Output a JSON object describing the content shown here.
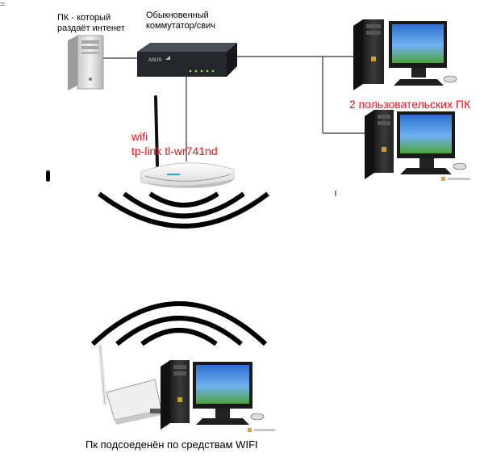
{
  "labels": {
    "server": "ПК - который\nраздаёт интенет",
    "switch": "Обыкновенный\nкоммутатор/свич",
    "wifi_router": "wifi\ntp-link tl-wr741nd",
    "user_pcs": "2 пользовательских ПК",
    "wifi_pc": "Пк подсоеденён по средствам WIFI",
    "switch_brand": "ASUS",
    "menu_glyph": "="
  },
  "colors": {
    "red_labels": "#e8141a",
    "line": "#333333",
    "switch_body": "#2a2d33",
    "server_case": "#dcdcdc",
    "monitor_screen": "#2e7bd6",
    "grass": "#4fa23a",
    "router_body": "#f4f4f4",
    "wave": "#000000"
  },
  "icons": {
    "server": "server-tower-icon",
    "switch": "network-switch-icon",
    "router": "wifi-router-icon",
    "pc": "desktop-pc-icon",
    "usb_adapter": "usb-wifi-adapter-icon",
    "waves": "wireless-waves-icon"
  }
}
